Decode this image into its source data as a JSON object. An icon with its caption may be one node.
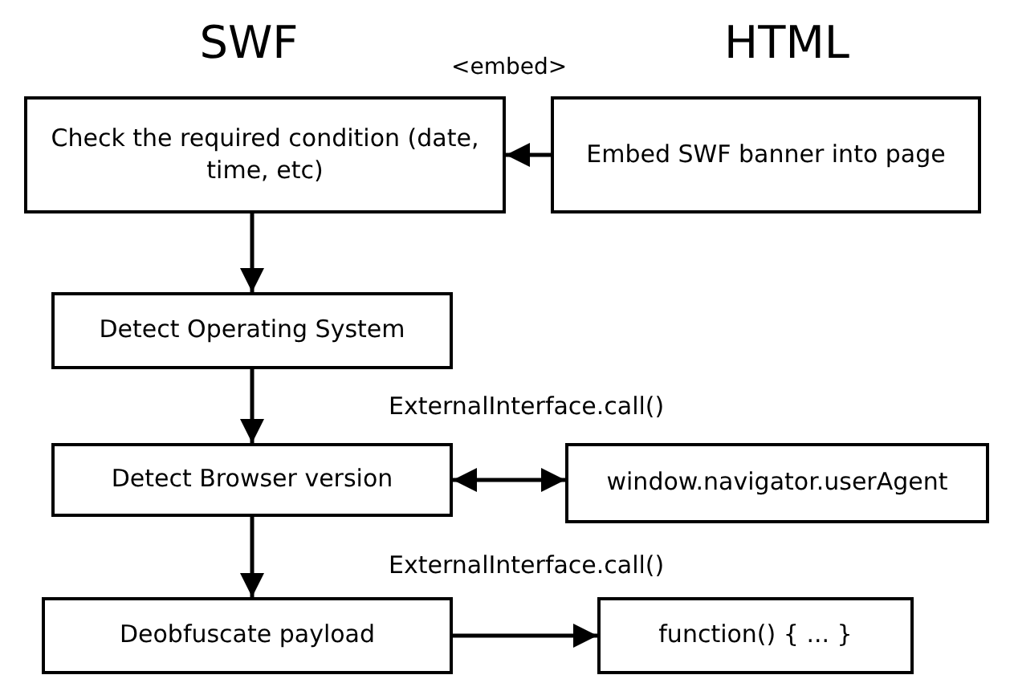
{
  "diagram": {
    "nodes": [
      {
        "text": [
          "Check the required condition (date, time, etc)"
        ]
      },
      {
        "text": [
          "Embed SWF banner into page"
        ]
      },
      {
        "text": [
          "Detect Operating System"
        ]
      },
      {
        "text": [
          "Detect Browser version"
        ]
      },
      {
        "text": [
          "window.navigator.userAgent"
        ]
      },
      {
        "text": [
          "Deobfuscate payload"
        ]
      },
      {
        "text": [
          "function() { ... }"
        ]
      }
    ],
    "edges": [
      {
        "from": 1,
        "to": 0,
        "arrow": "to"
      },
      {
        "from": 0,
        "to": 2,
        "arrow": "to"
      },
      {
        "from": 2,
        "to": 3,
        "arrow": "to"
      },
      {
        "from": 3,
        "to": 4,
        "arrow": "both"
      },
      {
        "from": 3,
        "to": 5,
        "arrow": "to"
      },
      {
        "from": 5,
        "to": 6,
        "arrow": "to"
      }
    ],
    "labels": [
      "SWF",
      "HTML",
      "<embed>",
      "ExternalInterface.call()",
      "ExternalInterface.call()"
    ]
  }
}
